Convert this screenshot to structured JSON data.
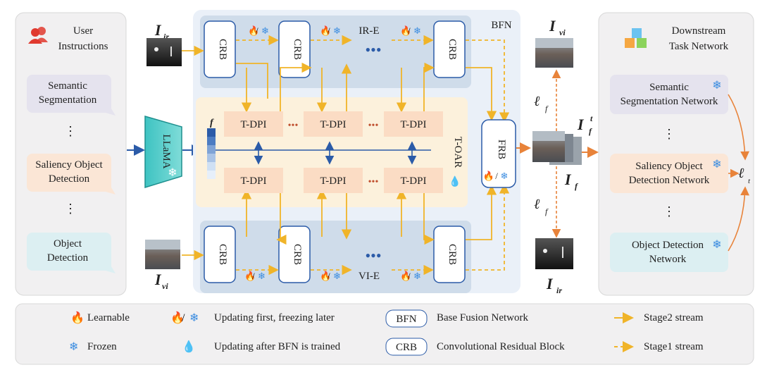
{
  "user_panel": {
    "title_line1": "User",
    "title_line2": "Instructions",
    "dots": "⋮",
    "items": [
      {
        "line1": "Semantic",
        "line2": "Segmentation"
      },
      {
        "line1": "Saliency Object",
        "line2": "Detection"
      },
      {
        "line1": "Object",
        "line2": "Detection"
      }
    ]
  },
  "blocks": {
    "llama": "LLaMA",
    "bfn": "BFN",
    "crb": "CRB",
    "tdpi": "T-DPI",
    "t_oar": "T-OAR",
    "frb": "FRB",
    "ir_e": "IR-E",
    "vi_e": "VI-E"
  },
  "labels": {
    "ft": "f",
    "i_ir_main": "I",
    "i_ir_sub": "ir",
    "i_vi_main": "I",
    "i_vi_sub": "vi",
    "if_main": "I",
    "if_sub": "f",
    "if_prime_main": "I",
    "if_prime_sub": "f",
    "if_prime_mark": "t",
    "loss_main": "ℓ",
    "loss_f_sub": "f",
    "loss_t_sub": "t"
  },
  "misc": {
    "dots_h": "•••"
  },
  "icons": {
    "fire": "🔥",
    "snow": "❄",
    "drop": "💧",
    "slash": "/"
  },
  "downstream": {
    "title_line1": "Downstream",
    "title_line2": "Task Network",
    "tasks": [
      {
        "line1": "Semantic",
        "line2": "Segmentation Network"
      },
      {
        "line1": "Saliency Object",
        "line2": "Detection Network"
      },
      {
        "line1": "Object Detection",
        "line2": "Network"
      }
    ]
  },
  "legend": {
    "learnable": "Learnable",
    "frozen": "Frozen",
    "updating_first": "Updating first, freezing later",
    "updating_after": "Updating after BFN is trained",
    "bfn_desc": "Base Fusion Network",
    "crb_desc": "Convolutional Residual Block",
    "stage2": "Stage2 stream",
    "stage1": "Stage1 stream"
  },
  "colors": {
    "stream": "#F0B429",
    "link": "#2B5BA8",
    "loss": "#E8833A",
    "tdpi_fill": "#FBDCC4",
    "t_oar_fill": "#FCF1DC",
    "bfn_fill": "#EAF0F8"
  }
}
